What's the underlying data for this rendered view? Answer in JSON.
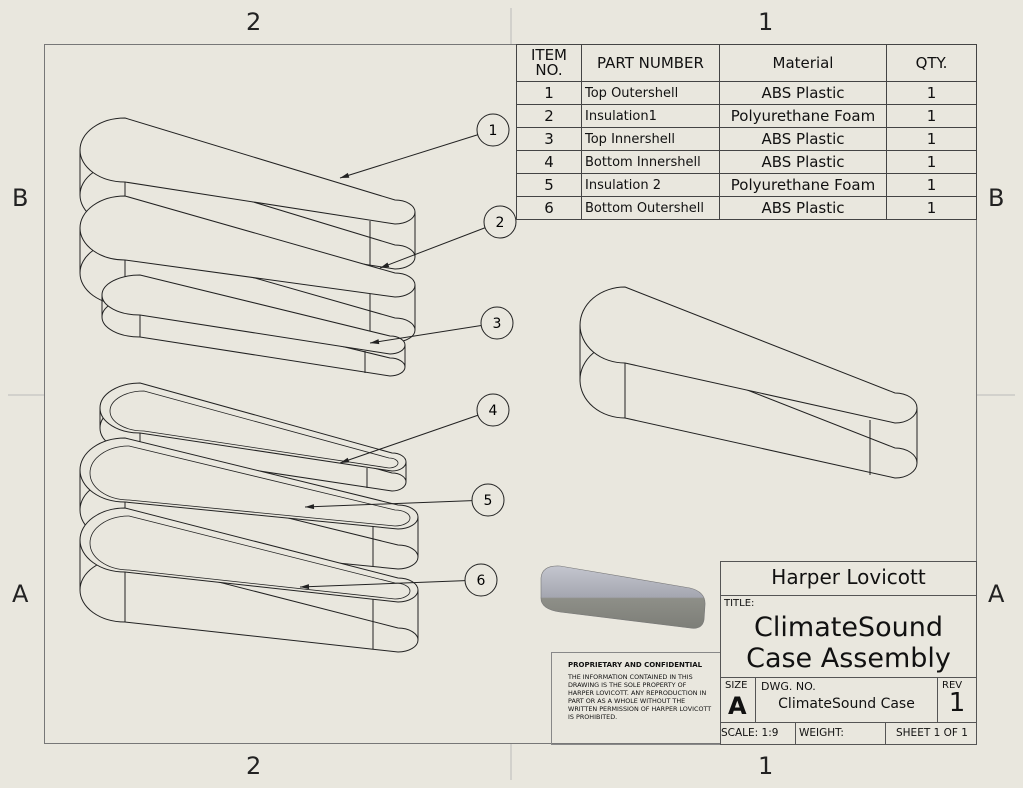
{
  "zones": {
    "top": [
      "2",
      "1"
    ],
    "bottom": [
      "2",
      "1"
    ],
    "left": [
      "B",
      "A"
    ],
    "right": [
      "B",
      "A"
    ]
  },
  "bom": {
    "headers": {
      "item_line1": "ITEM",
      "item_line2": "NO.",
      "part": "PART NUMBER",
      "material": "Material",
      "qty": "QTY."
    },
    "rows": [
      {
        "item": "1",
        "part": "Top Outershell",
        "material": "ABS Plastic",
        "qty": "1"
      },
      {
        "item": "2",
        "part": "Insulation1",
        "material": "Polyurethane Foam",
        "qty": "1"
      },
      {
        "item": "3",
        "part": "Top Innershell",
        "material": "ABS Plastic",
        "qty": "1"
      },
      {
        "item": "4",
        "part": "Bottom Innershell",
        "material": "ABS Plastic",
        "qty": "1"
      },
      {
        "item": "5",
        "part": "Insulation 2",
        "material": "Polyurethane Foam",
        "qty": "1"
      },
      {
        "item": "6",
        "part": "Bottom Outershell",
        "material": "ABS Plastic",
        "qty": "1"
      }
    ]
  },
  "balloons": [
    "1",
    "2",
    "3",
    "4",
    "5",
    "6"
  ],
  "title_block": {
    "author": "Harper Lovicott",
    "title_label": "TITLE:",
    "title_line1": "ClimateSound",
    "title_line2": "Case Assembly",
    "size_label": "SIZE",
    "size": "A",
    "dwg_label": "DWG.  NO.",
    "dwg_no": "ClimateSound Case",
    "rev_label": "REV",
    "rev": "1",
    "scale": "SCALE: 1:9",
    "weight": "WEIGHT:",
    "sheet": "SHEET 1 OF 1"
  },
  "proprietary": {
    "heading": "PROPRIETARY AND CONFIDENTIAL",
    "body": "THE INFORMATION CONTAINED IN THIS DRAWING IS THE SOLE PROPERTY OF HARPER LOVICOTT.  ANY REPRODUCTION IN PART OR AS A WHOLE WITHOUT THE WRITTEN PERMISSION OF HARPER LOVICOTT IS PROHIBITED."
  },
  "colors": {
    "background": "#e9e7de",
    "line": "#222222",
    "shade_top": "#a9abb4",
    "shade_bottom": "#8a8b84"
  }
}
